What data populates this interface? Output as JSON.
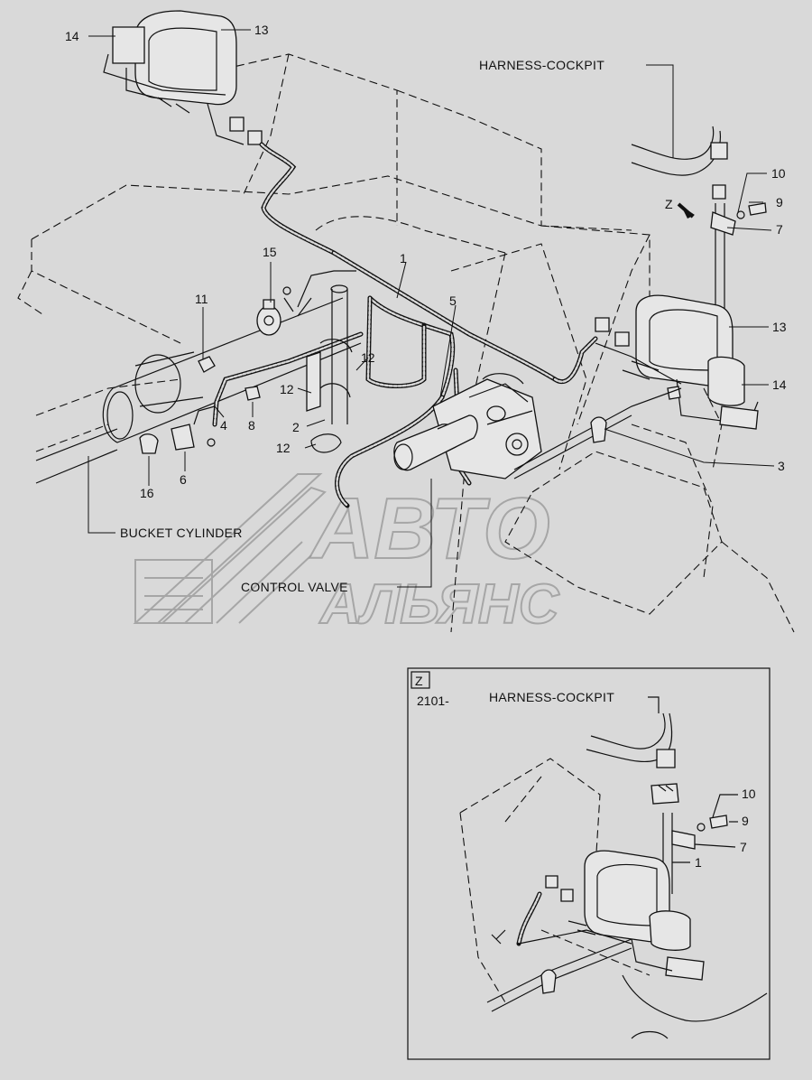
{
  "diagram": {
    "labels": {
      "harness_cockpit": "HARNESS-COCKPIT",
      "bucket_cylinder": "BUCKET CYLINDER",
      "control_valve": "CONTROL VALVE"
    },
    "watermark": {
      "line1": "АВТО",
      "line2": "АЛЬЯНС"
    },
    "callouts": [
      {
        "id": "c14a",
        "text": "14"
      },
      {
        "id": "c13a",
        "text": "13"
      },
      {
        "id": "c10a",
        "text": "10"
      },
      {
        "id": "c9a",
        "text": "9"
      },
      {
        "id": "c7a",
        "text": "7"
      },
      {
        "id": "c15",
        "text": "15"
      },
      {
        "id": "c1a",
        "text": "1"
      },
      {
        "id": "c13b",
        "text": "13"
      },
      {
        "id": "c11",
        "text": "11"
      },
      {
        "id": "c5",
        "text": "5"
      },
      {
        "id": "c12a",
        "text": "12"
      },
      {
        "id": "c14b",
        "text": "14"
      },
      {
        "id": "c12b",
        "text": "12"
      },
      {
        "id": "c4",
        "text": "4"
      },
      {
        "id": "c8",
        "text": "8"
      },
      {
        "id": "c2",
        "text": "2"
      },
      {
        "id": "c12c",
        "text": "12"
      },
      {
        "id": "c3",
        "text": "3"
      },
      {
        "id": "c6",
        "text": "6"
      },
      {
        "id": "c16",
        "text": "16"
      }
    ],
    "detail_z": {
      "view_letter": "Z",
      "serial": "2101-",
      "harness_label": "HARNESS-COCKPIT",
      "callouts": [
        {
          "id": "z10",
          "text": "10"
        },
        {
          "id": "z9",
          "text": "9"
        },
        {
          "id": "z7",
          "text": "7"
        },
        {
          "id": "z1",
          "text": "1"
        }
      ]
    },
    "view_marker": "Z"
  }
}
